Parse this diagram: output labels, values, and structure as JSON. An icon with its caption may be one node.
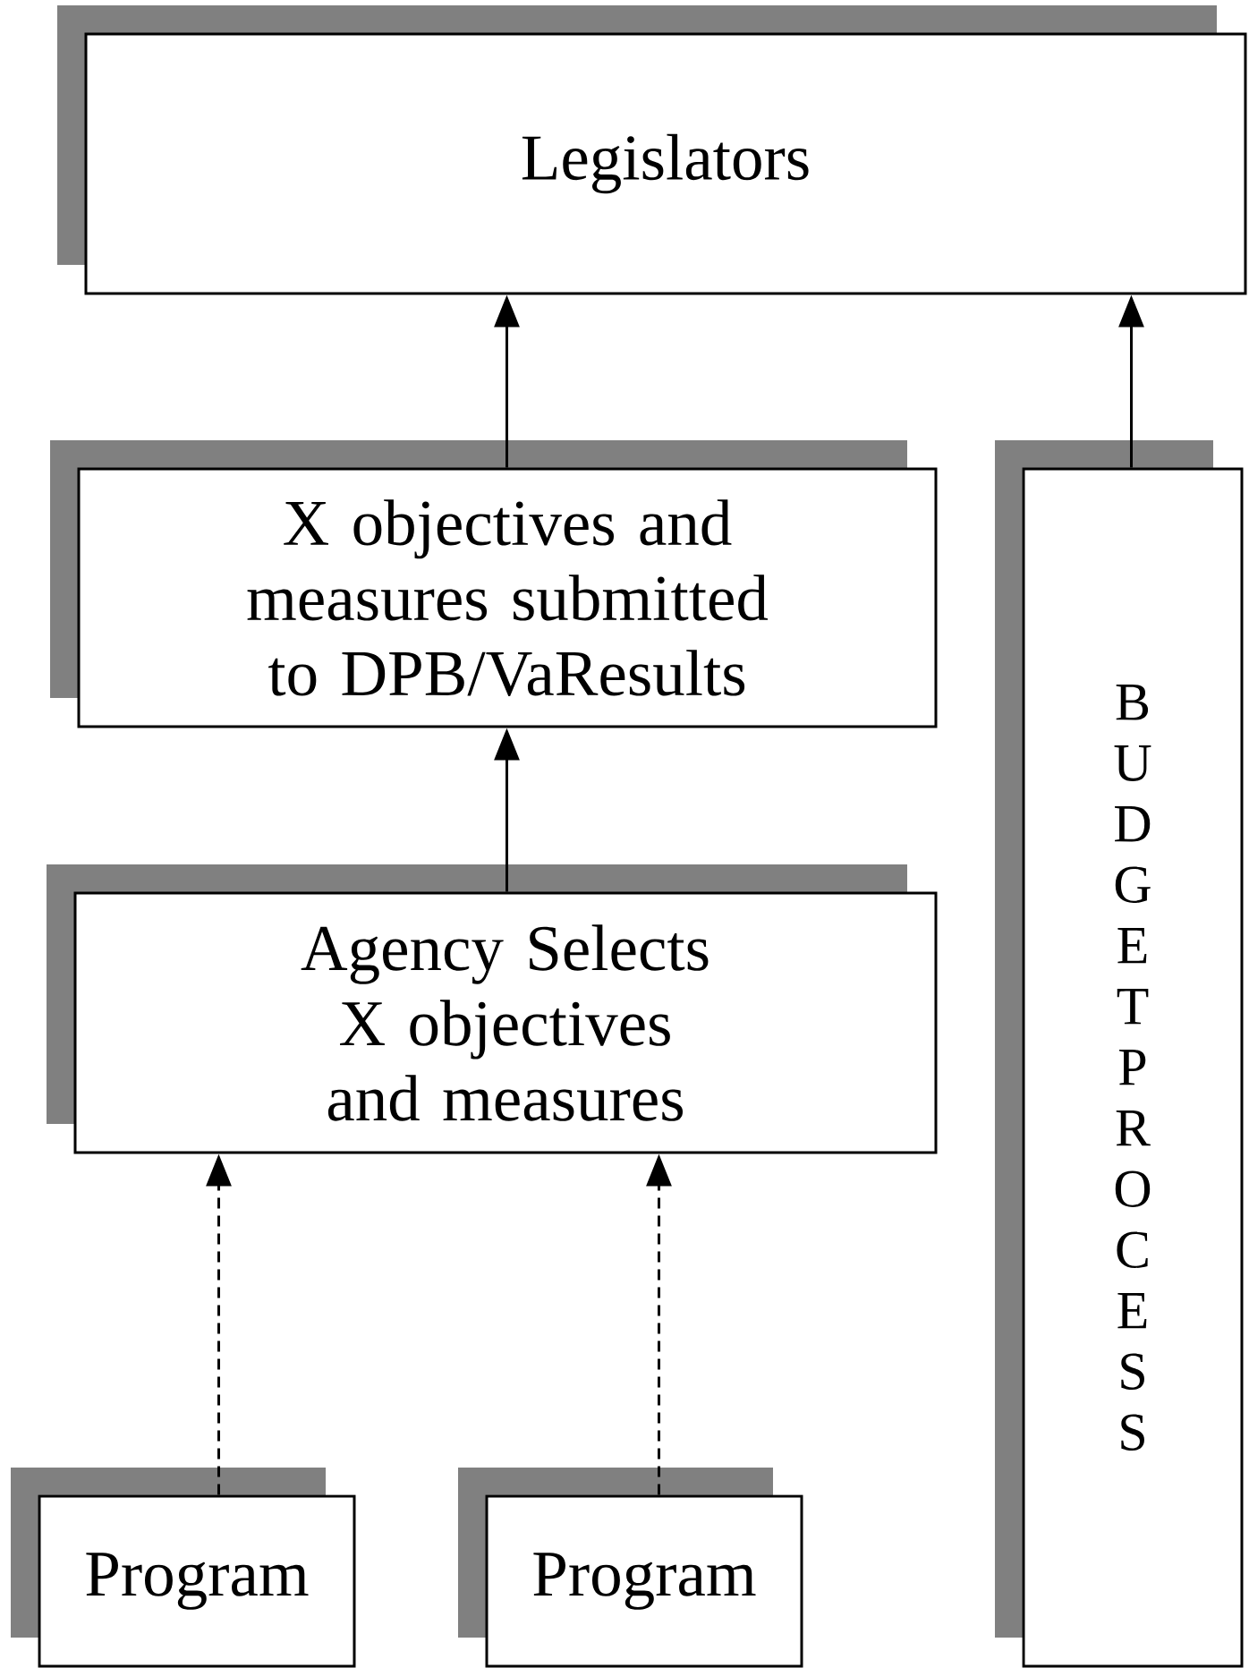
{
  "diagram": {
    "nodes": [
      {
        "text": [
          "Legislators"
        ]
      },
      {
        "text": [
          "X objectives and measures submitted to DPB/VaResults"
        ]
      },
      {
        "text": [
          "BUDGET PROCESS"
        ]
      },
      {
        "text": [
          "Agency Selects X objectives and measures"
        ]
      },
      {
        "text": [
          "Program"
        ]
      },
      {
        "text": [
          "Program"
        ]
      }
    ],
    "edges": [
      {
        "from": 1,
        "to": 0,
        "arrow": "to"
      },
      {
        "from": 2,
        "to": 0,
        "arrow": "to"
      },
      {
        "from": 3,
        "to": 1,
        "arrow": "to"
      },
      {
        "from": 4,
        "to": 3,
        "arrow": "to",
        "style": "dashed"
      },
      {
        "from": 5,
        "to": 3,
        "arrow": "to",
        "style": "dashed"
      }
    ]
  }
}
